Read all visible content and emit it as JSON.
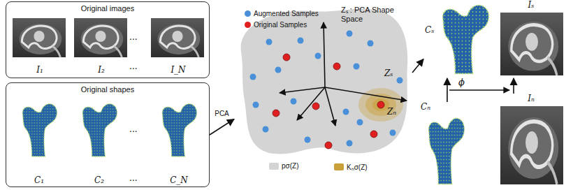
{
  "diagram": {
    "nodes": [
      {
        "text": [
          "Original images"
        ]
      },
      {
        "text": [
          "I₁"
        ],
        "in": 0
      },
      {
        "text": [
          "I₂"
        ],
        "in": 0
      },
      {
        "text": [
          "I_N"
        ],
        "in": 0
      },
      {
        "text": [
          "Original shapes"
        ]
      },
      {
        "text": [
          "C₁"
        ],
        "in": 4
      },
      {
        "text": [
          "C₂"
        ],
        "in": 4
      },
      {
        "text": [
          "C_N"
        ],
        "in": 4
      },
      {
        "text": [
          "Zₛ : PCA Shape Space"
        ]
      },
      {
        "text": [
          "Cₛ"
        ]
      },
      {
        "text": [
          "Cₙ"
        ]
      },
      {
        "text": [
          "Iₛ"
        ]
      },
      {
        "text": [
          "Iₙ"
        ]
      }
    ],
    "edges": [
      {
        "from": 4,
        "to": 8,
        "label": "PCA",
        "arrow": "to"
      },
      {
        "from": 8,
        "to": 9,
        "arrow": "to"
      },
      {
        "from": 10,
        "to": 9,
        "arrow": "to"
      },
      {
        "from": 12,
        "to": 11,
        "arrow": "to"
      }
    ],
    "labels": [
      "...",
      "...",
      "...",
      "...",
      "Zₛ",
      "Zₙ",
      "ϕ"
    ],
    "legend": [
      {
        "text": "Augmented Samples",
        "color": "#4a90d9"
      },
      {
        "text": "Original Samples",
        "color": "#e02020"
      },
      {
        "text": "pσ(Z)",
        "color": "#d4d4d4"
      },
      {
        "text": "Kₙσ(Z)",
        "color": "#c9a03a"
      }
    ]
  }
}
